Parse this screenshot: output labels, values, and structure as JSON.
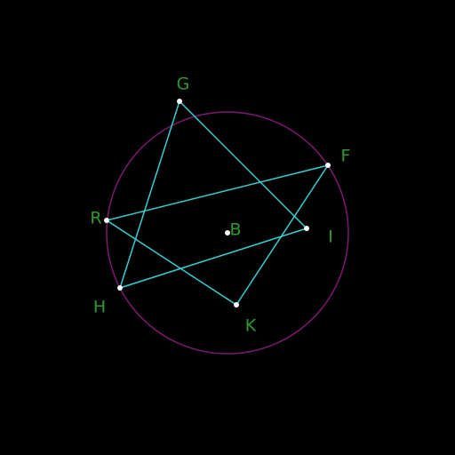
{
  "colors": {
    "background": "#000000",
    "circle": "#7a1a6e",
    "segment": "#35cfd0",
    "point": "#ffffff",
    "label": "#2e9b2e"
  },
  "circle": {
    "center": "B"
  },
  "points": [
    {
      "name": "G",
      "label": "G"
    },
    {
      "name": "F",
      "label": "F"
    },
    {
      "name": "R",
      "label": "R"
    },
    {
      "name": "B",
      "label": "B"
    },
    {
      "name": "I",
      "label": "I"
    },
    {
      "name": "H",
      "label": "H"
    },
    {
      "name": "K",
      "label": "K"
    }
  ],
  "segments": [
    [
      "G",
      "H"
    ],
    [
      "G",
      "I"
    ],
    [
      "R",
      "F"
    ],
    [
      "R",
      "K"
    ],
    [
      "H",
      "I"
    ],
    [
      "F",
      "K"
    ]
  ]
}
